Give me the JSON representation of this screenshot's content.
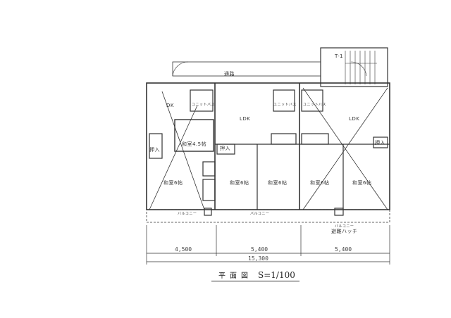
{
  "drawing": {
    "title_jp": "平面図",
    "scale": "S=1/100"
  },
  "labels": {
    "corridor": "通路",
    "stair": "階段",
    "stair_tag": "T-1",
    "hatch": "避難ハッチ",
    "units": [
      {
        "dk": "DK",
        "bath": "ユニットバス",
        "room_a": "和室4.5帖",
        "room_b": "和室6帖",
        "closet": "押入",
        "balcony": "バルコニー"
      },
      {
        "ldk": "LDK",
        "bath": "ユニットバス",
        "room_a": "和室6帖",
        "room_b": "和室6帖",
        "closet": "押入",
        "balcony": "バルコニー"
      },
      {
        "ldk": "LDK",
        "bath": "ユニットバス",
        "room_a": "和室6帖",
        "room_b": "和室6帖",
        "closet": "押入",
        "balcony": "バルコニー"
      }
    ]
  },
  "dimensions": {
    "segments": [
      "4,500",
      "5,400",
      "5,400"
    ],
    "total": "15,300"
  },
  "colors": {
    "ink": "#333333",
    "paper": "#ffffff"
  }
}
